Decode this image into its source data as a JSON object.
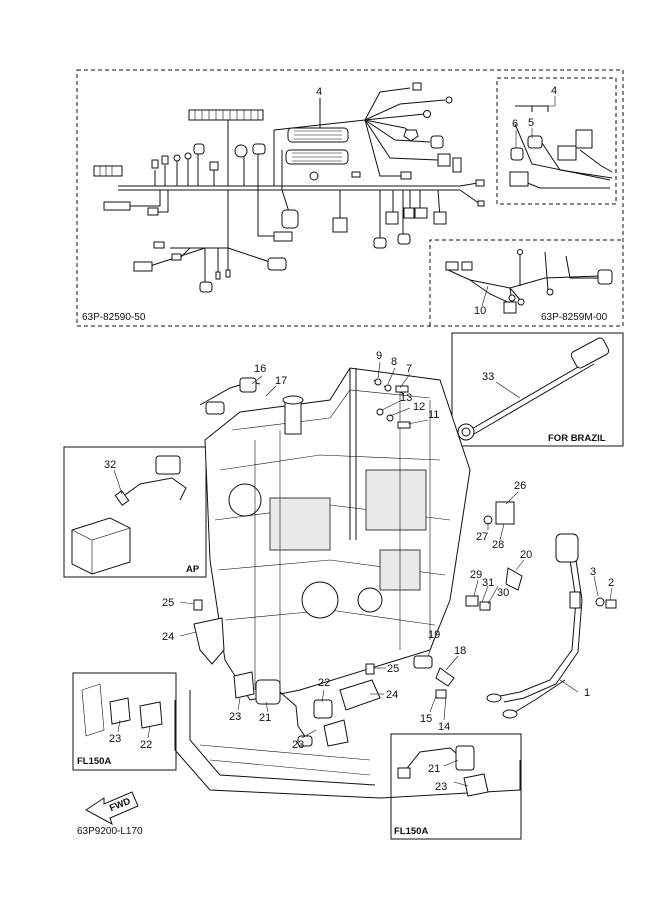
{
  "diagram": {
    "boxes": {
      "harness_main": {
        "code": "63P-82590-50"
      },
      "harness_sub": {
        "code": "63P-8259M-00"
      },
      "brazil": {
        "caption": "FOR BRAZIL"
      },
      "ap": {
        "caption": "AP"
      },
      "fl150a_left": {
        "caption": "FL150A"
      },
      "fl150a_right": {
        "caption": "FL150A"
      }
    },
    "figure_code": "63P9200-L170",
    "fwd_label": "FWD",
    "callouts": [
      {
        "id": "c4a",
        "text": "4"
      },
      {
        "id": "c4b",
        "text": "4"
      },
      {
        "id": "c5",
        "text": "5"
      },
      {
        "id": "c6",
        "text": "6"
      },
      {
        "id": "c10",
        "text": "10"
      },
      {
        "id": "c33",
        "text": "33"
      },
      {
        "id": "c9",
        "text": "9"
      },
      {
        "id": "c8",
        "text": "8"
      },
      {
        "id": "c7",
        "text": "7"
      },
      {
        "id": "c13",
        "text": "13"
      },
      {
        "id": "c12",
        "text": "12"
      },
      {
        "id": "c11",
        "text": "11"
      },
      {
        "id": "c16",
        "text": "16"
      },
      {
        "id": "c17",
        "text": "17"
      },
      {
        "id": "c32",
        "text": "32"
      },
      {
        "id": "c26",
        "text": "26"
      },
      {
        "id": "c27",
        "text": "27"
      },
      {
        "id": "c28",
        "text": "28"
      },
      {
        "id": "c20",
        "text": "20"
      },
      {
        "id": "c29",
        "text": "29"
      },
      {
        "id": "c31",
        "text": "31"
      },
      {
        "id": "c30",
        "text": "30"
      },
      {
        "id": "c3",
        "text": "3"
      },
      {
        "id": "c2",
        "text": "2"
      },
      {
        "id": "c25a",
        "text": "25"
      },
      {
        "id": "c24a",
        "text": "24"
      },
      {
        "id": "c19",
        "text": "19"
      },
      {
        "id": "c18",
        "text": "18"
      },
      {
        "id": "c25b",
        "text": "25"
      },
      {
        "id": "c22a",
        "text": "22"
      },
      {
        "id": "c24b",
        "text": "24"
      },
      {
        "id": "c1",
        "text": "1"
      },
      {
        "id": "c23a",
        "text": "23"
      },
      {
        "id": "c21a",
        "text": "21"
      },
      {
        "id": "c15",
        "text": "15"
      },
      {
        "id": "c14",
        "text": "14"
      },
      {
        "id": "c23b",
        "text": "23"
      },
      {
        "id": "c22b",
        "text": "22"
      },
      {
        "id": "c23c",
        "text": "23"
      },
      {
        "id": "c21b",
        "text": "21"
      },
      {
        "id": "c23d",
        "text": "23"
      }
    ]
  }
}
